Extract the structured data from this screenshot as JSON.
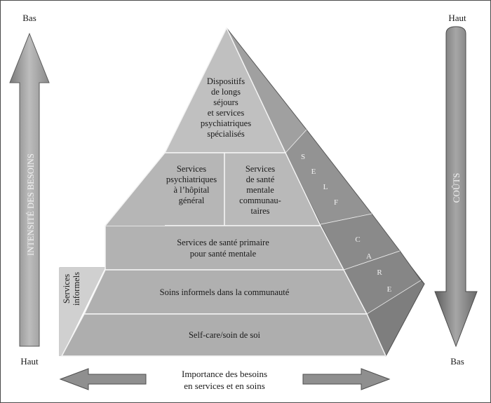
{
  "left_axis": {
    "top_label": "Bas",
    "bottom_label": "Haut",
    "arrow_label": "INTENSITÉ DES BESOINS"
  },
  "right_axis": {
    "top_label": "Haut",
    "bottom_label": "Bas",
    "arrow_label": "COÛTS"
  },
  "bottom_axis": {
    "label_line1": "Importance des besoins",
    "label_line2": "en services et en soins"
  },
  "pyramid": {
    "apex": [
      "Dispositifs",
      "de longs",
      "séjours",
      "et services",
      "psychiatriques",
      "spécialisés"
    ],
    "tier2_left": [
      "Services",
      "psychiatriques",
      "à l’hôpital",
      "général"
    ],
    "tier2_right": [
      "Services",
      "de santé",
      "mentale",
      "communau-",
      "taires"
    ],
    "tier3": [
      "Services de santé primaire",
      "pour santé mentale"
    ],
    "tier4": "Soins informels dans la communauté",
    "tier5": "Self-care/soin de soi",
    "side_tab": [
      "Services",
      "informels"
    ],
    "self_letters": [
      "S",
      "E",
      "L",
      "F"
    ],
    "care_letters": [
      "C",
      "A",
      "R",
      "E"
    ]
  },
  "colors": {
    "front": "#b4b4b4",
    "apex": "#c0c0c0",
    "side": "#8c8c8c",
    "arrow": "#9a9a9a",
    "dark_arrow": "#6f6f6f"
  }
}
